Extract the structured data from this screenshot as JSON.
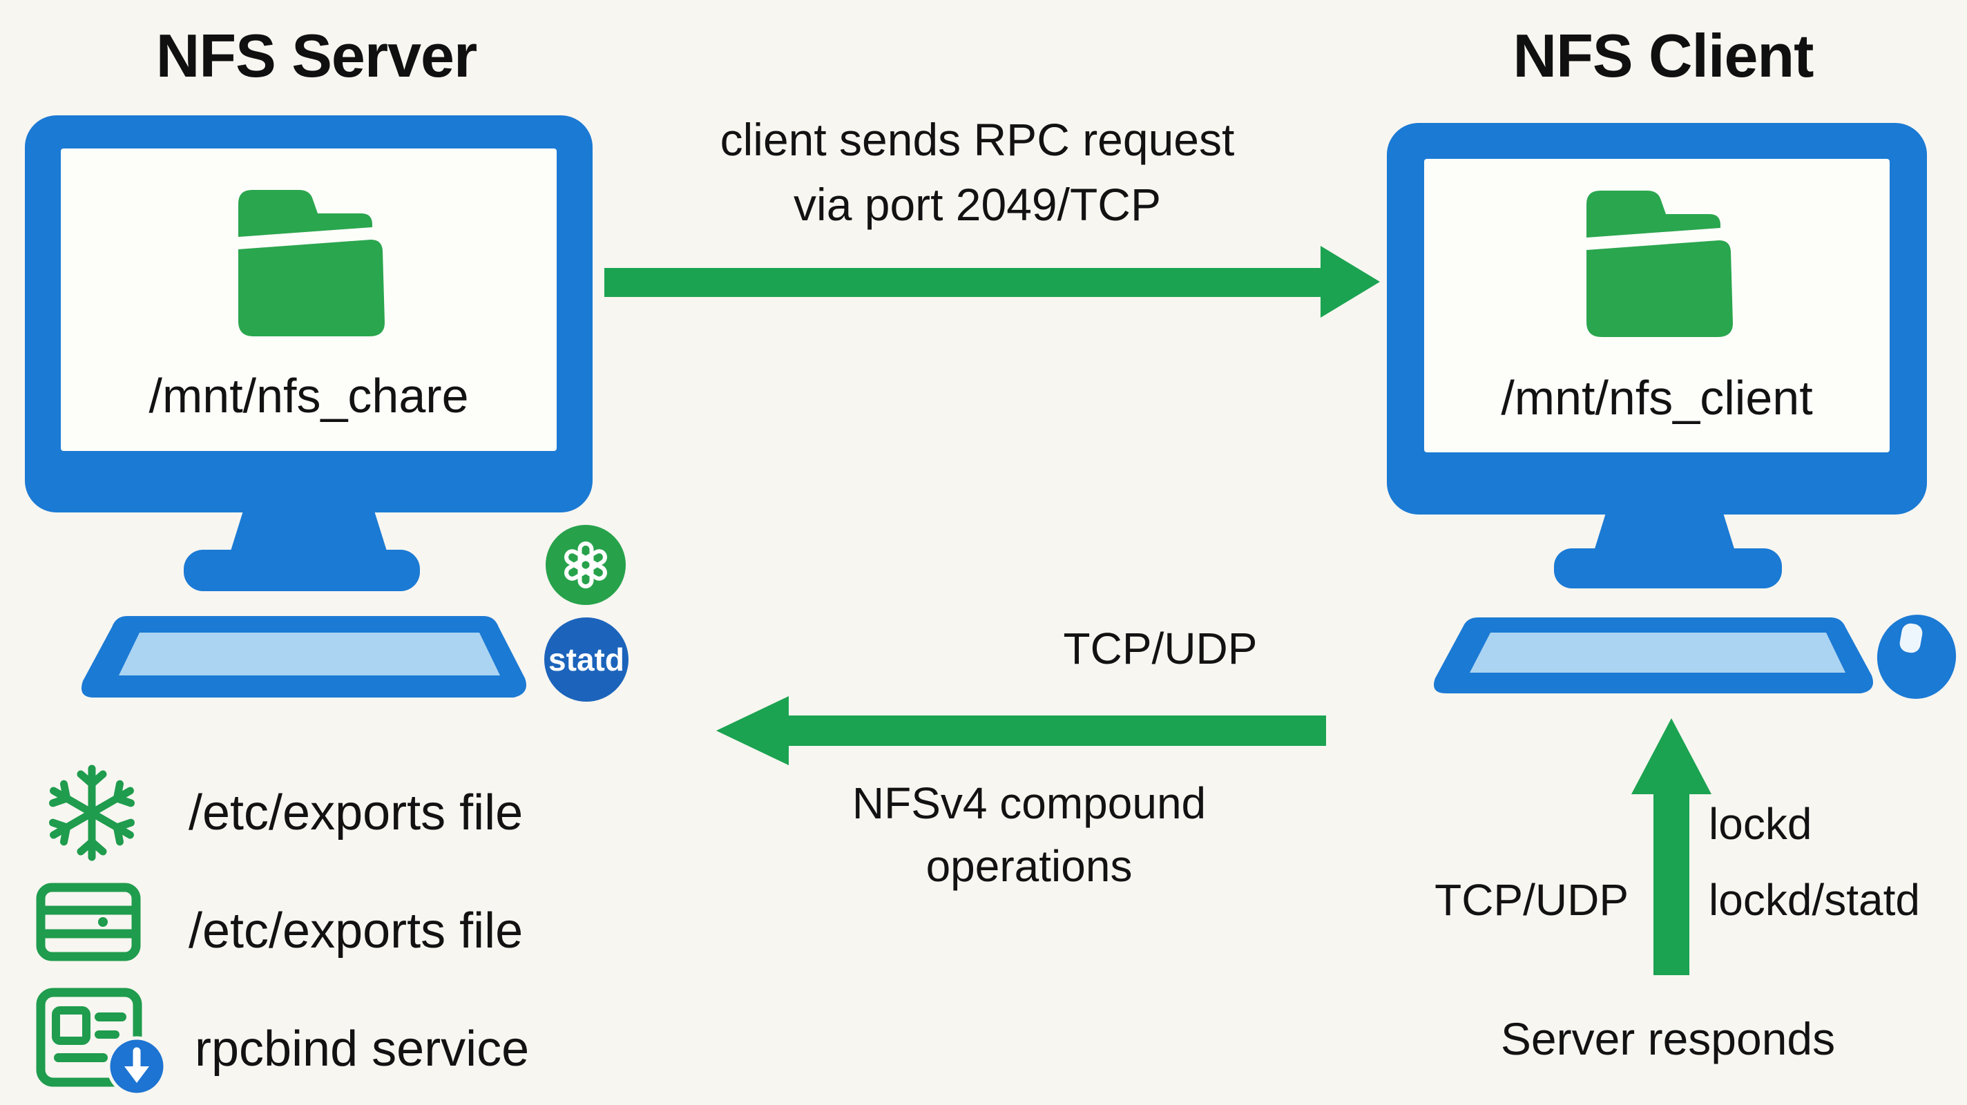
{
  "colors": {
    "background": "#f8f6f1",
    "device_blue": "#1b7ad4",
    "keyboard_light_blue": "#abd4f2",
    "arrow_green": "#1ba351",
    "folder_green": "#2aa64e",
    "legend_icon_green": "#1f9c4d",
    "statd_badge_blue": "#1c64bb",
    "download_badge_blue": "#1d74d2",
    "text": "#101010"
  },
  "server": {
    "title": "NFS Server",
    "mount_path": "/mnt/nfs_chare",
    "statd_badge_label": "statd"
  },
  "client": {
    "title": "NFS Client",
    "mount_path": "/mnt/nfs_client"
  },
  "flows": {
    "request": {
      "line1": "client sends RPC request",
      "line2": "via port 2049/TCP"
    },
    "response": {
      "protocol": "TCP/UDP",
      "label_line1": "NFSv4 compound",
      "label_line2": "operations"
    },
    "callback": {
      "protocol": "TCP/UDP",
      "daemon_top": "lockd",
      "daemon_bottom": "lockd/statd",
      "caption": "Server responds"
    }
  },
  "legend": {
    "items": [
      {
        "icon": "snowflake-icon",
        "label": "/etc/exports file"
      },
      {
        "icon": "server-stack-icon",
        "label": "/etc/exports file"
      },
      {
        "icon": "rpcbind-doc-icon",
        "label": "rpcbind service"
      }
    ]
  }
}
